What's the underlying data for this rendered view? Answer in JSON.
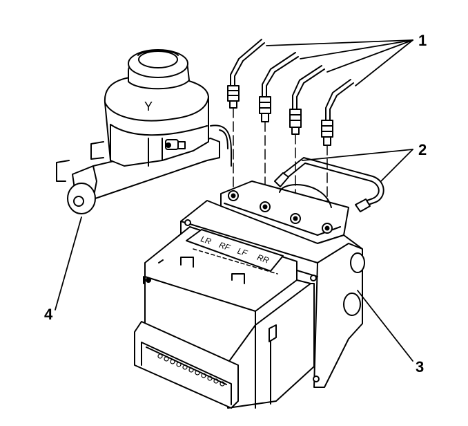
{
  "diagram": {
    "callouts": [
      "1",
      "2",
      "3",
      "4"
    ],
    "port_labels": [
      "LR",
      "RF",
      "LF",
      "RR"
    ],
    "reservoir_mark": "Y"
  },
  "colors": {
    "line": "#000000",
    "background": "#ffffff"
  }
}
